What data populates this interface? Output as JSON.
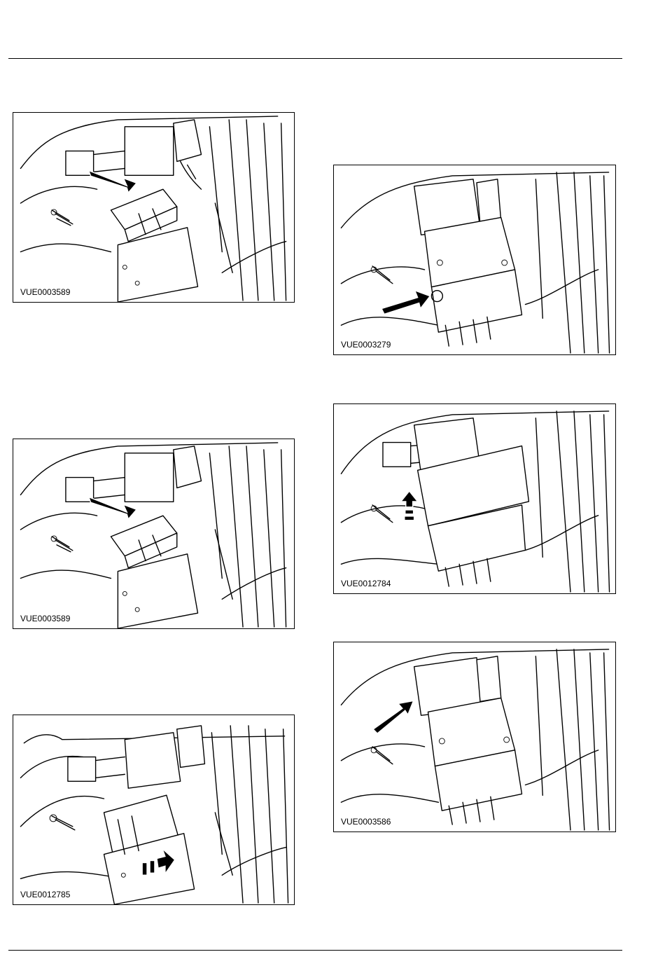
{
  "figures": [
    {
      "id": "fig-1",
      "label": "VUE0003589",
      "callout": "arrow-down-right"
    },
    {
      "id": "fig-2",
      "label": "VUE0003279",
      "callout": "arrow-right-circle"
    },
    {
      "id": "fig-3",
      "label": "VUE0012784",
      "callout": "arrow-up-motion"
    },
    {
      "id": "fig-4",
      "label": "VUE0003589",
      "callout": "arrow-down-right"
    },
    {
      "id": "fig-5",
      "label": "VUE0003586",
      "callout": "arrow-up-right"
    },
    {
      "id": "fig-6",
      "label": "VUE0012785",
      "callout": "arrow-up-right-motion"
    }
  ]
}
